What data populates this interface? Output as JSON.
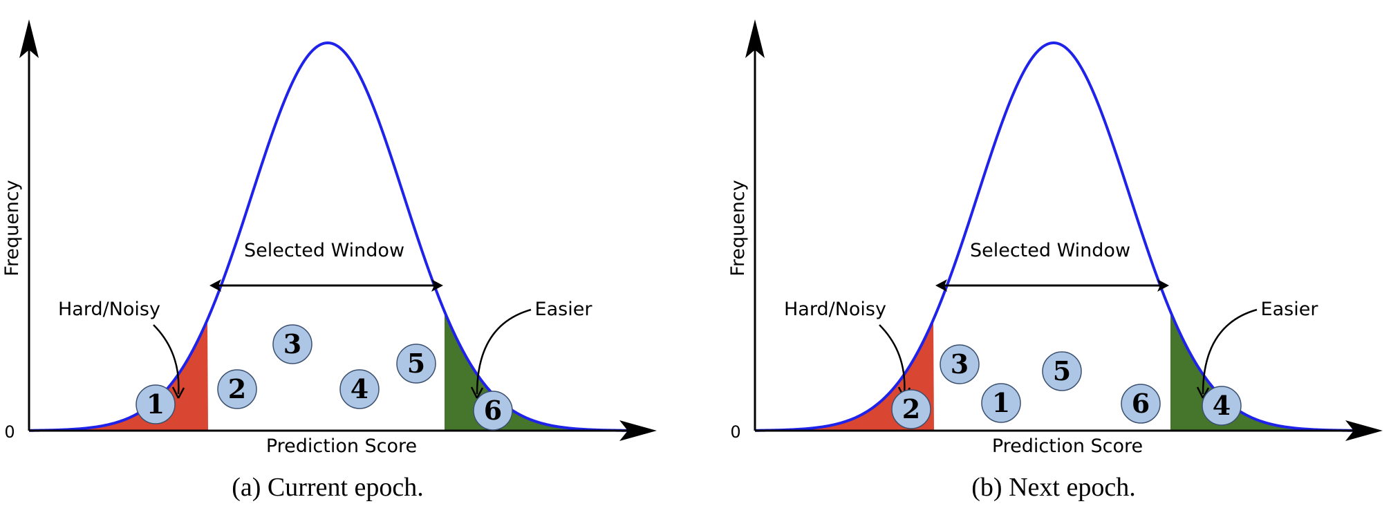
{
  "colors": {
    "curve": "#1f22e8",
    "hard_region": "#d94632",
    "easy_region": "#46762c",
    "circle_fill": "#aec6e6",
    "circle_stroke": "#3b4f6e"
  },
  "panels": [
    {
      "caption": "(a) Current epoch.",
      "y_axis_label": "Frequency",
      "x_axis_label": "Prediction Score",
      "zero_label": "0",
      "window_label": "Selected Window",
      "hard_label": "Hard/Noisy",
      "easy_label": "Easier",
      "samples": [
        "1",
        "2",
        "3",
        "4",
        "5",
        "6"
      ]
    },
    {
      "caption": "(b) Next epoch.",
      "y_axis_label": "Frequency",
      "x_axis_label": "Prediction Score",
      "zero_label": "0",
      "window_label": "Selected Window",
      "hard_label": "Hard/Noisy",
      "easy_label": "Easier",
      "samples": [
        "2",
        "3",
        "1",
        "5",
        "6",
        "4"
      ]
    }
  ]
}
